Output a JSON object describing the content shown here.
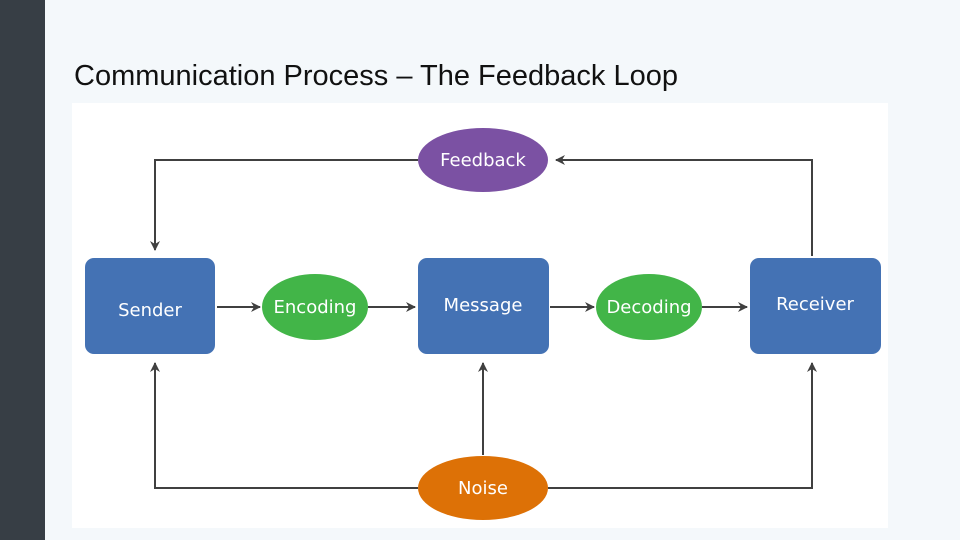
{
  "slide": {
    "title": "Communication Process – The Feedback Loop"
  },
  "diagram": {
    "colors": {
      "box": "#4472b4",
      "green": "#42b548",
      "feedback": "#7b51a3",
      "noise": "#dd7106",
      "arrow": "#404040"
    },
    "nodes": {
      "sender": "Sender",
      "encoding": "Encoding",
      "message": "Message",
      "decoding": "Decoding",
      "receiver": "Receiver",
      "feedback": "Feedback",
      "noise": "Noise"
    }
  }
}
